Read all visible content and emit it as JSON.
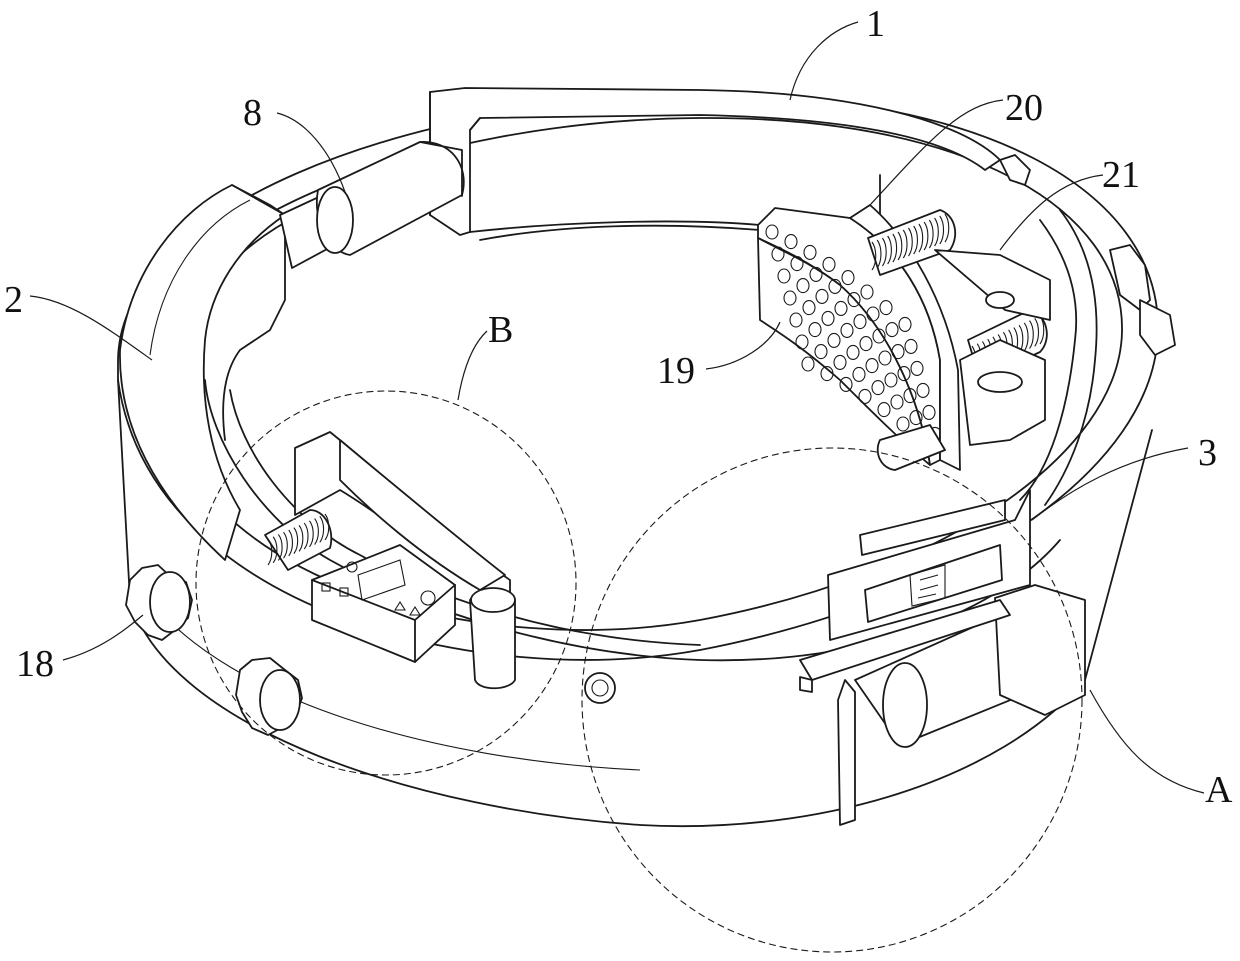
{
  "labels": {
    "l1": "1",
    "l2": "2",
    "l3": "3",
    "l8": "8",
    "l18": "18",
    "l19": "19",
    "l20": "20",
    "l21": "21",
    "lA": "A",
    "lB": "B"
  },
  "detail_circles": [
    "A",
    "B"
  ]
}
